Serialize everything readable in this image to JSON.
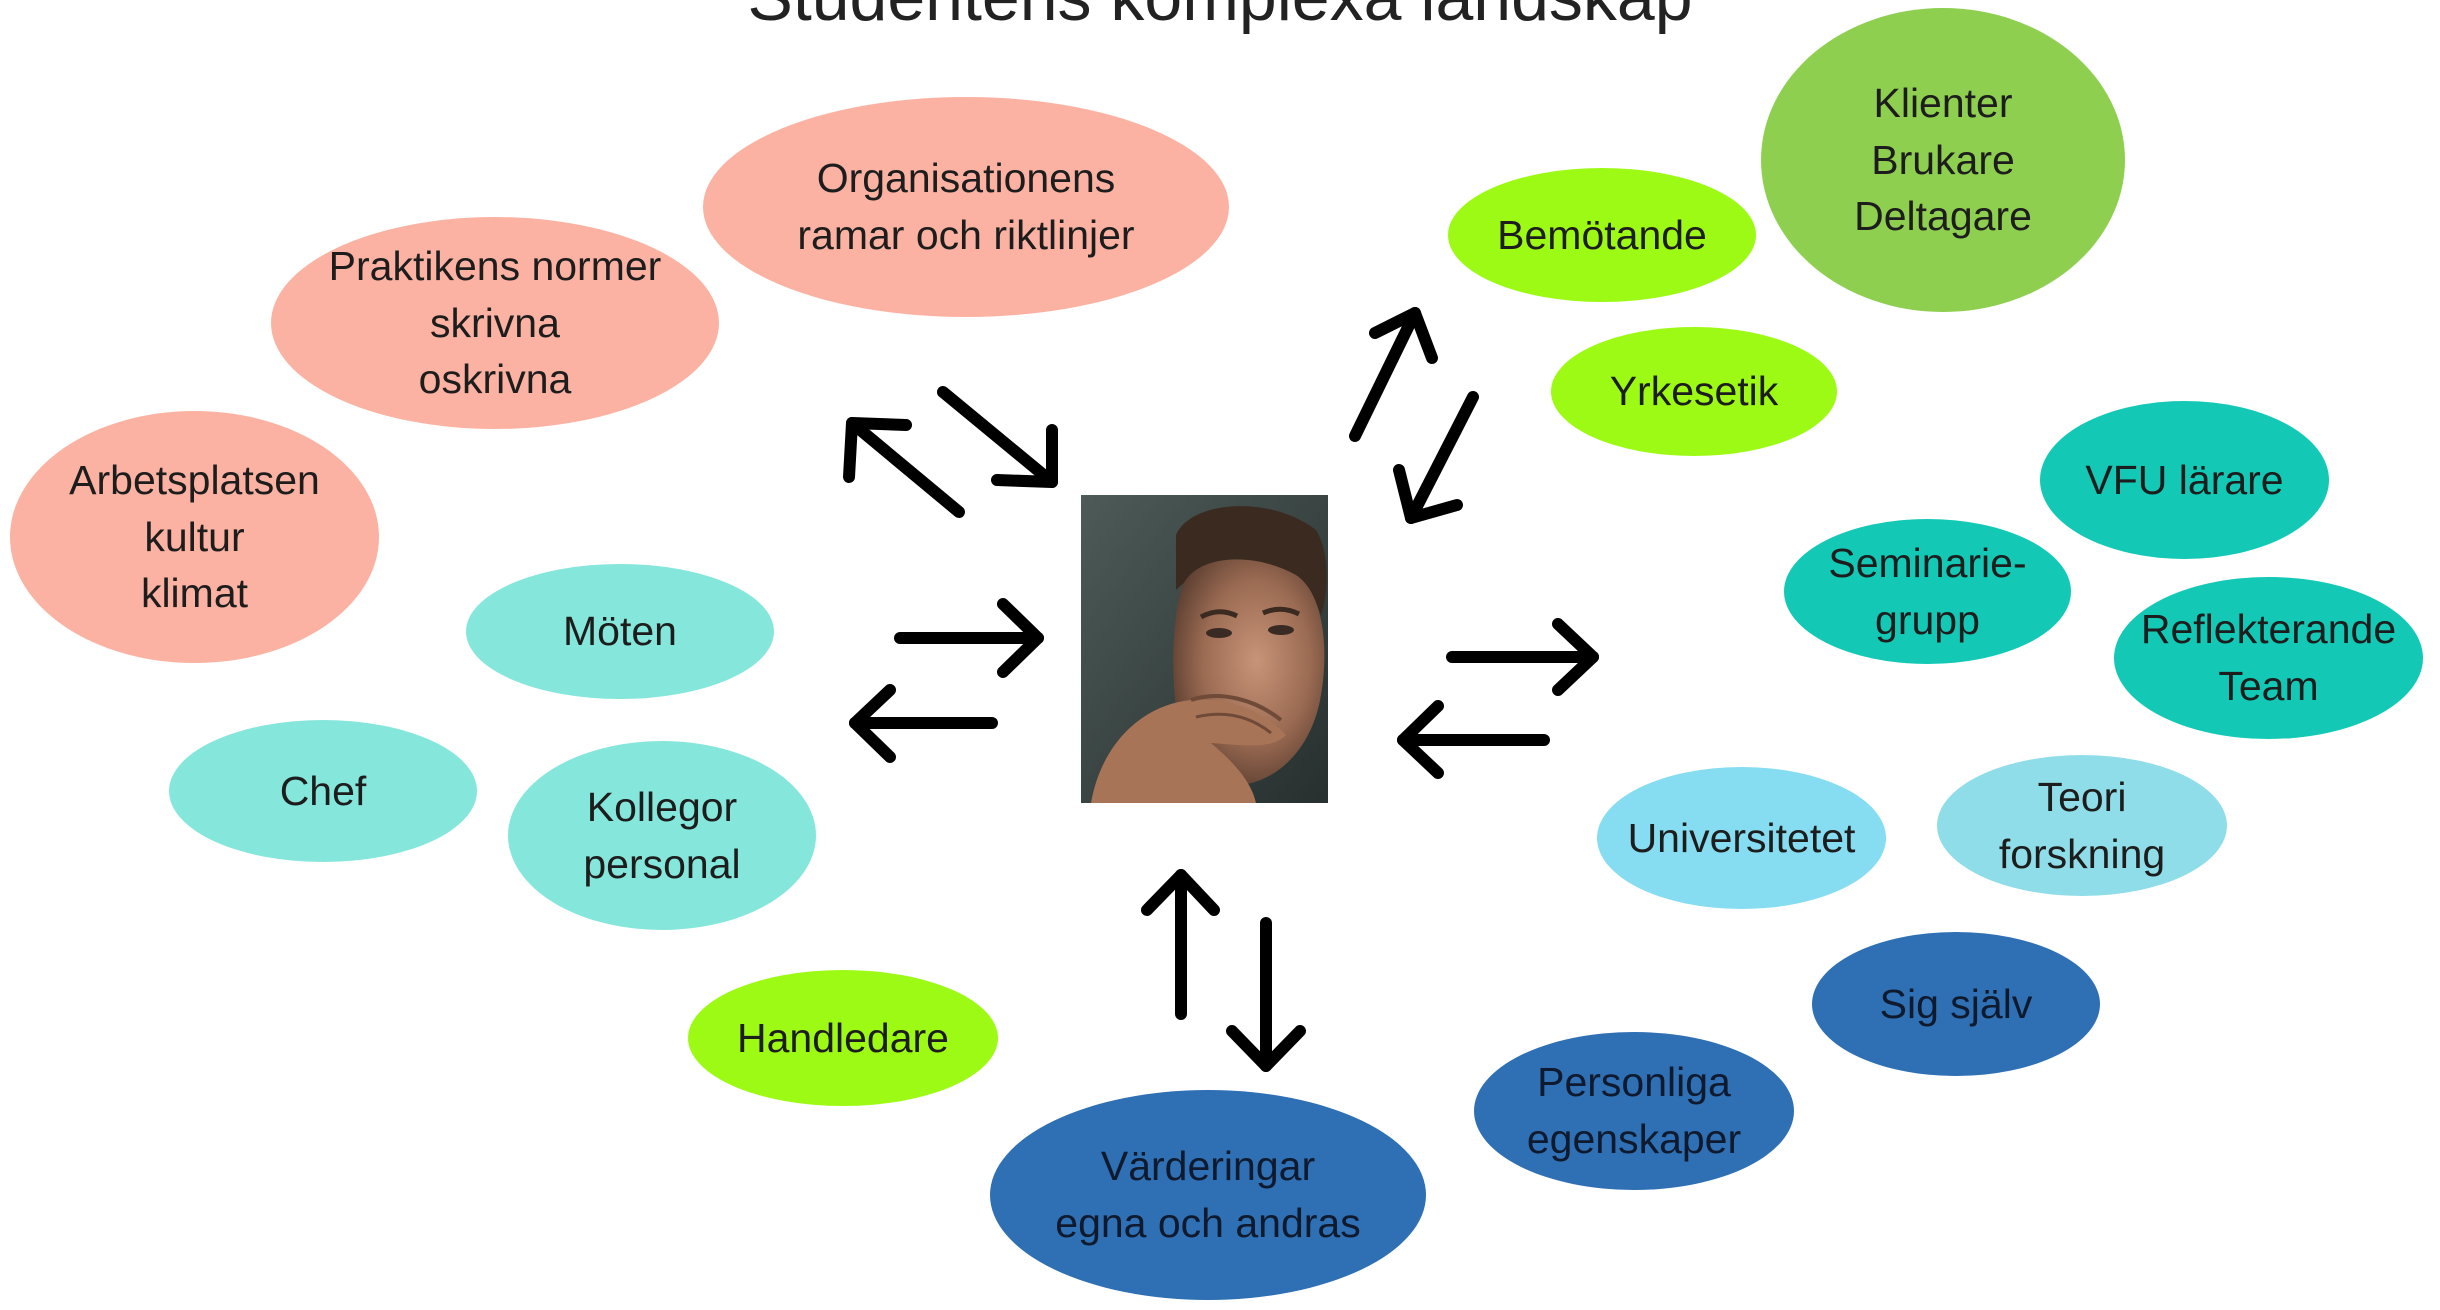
{
  "title": "Studentens komplexa landskap",
  "colors": {
    "salmon": "#fbb2a2",
    "teal_light": "#85e6db",
    "lime": "#9dfa14",
    "green": "#8ecf50",
    "teal": "#13c9b6",
    "sky": "#86ddf1",
    "blue": "#2f6fb3",
    "arrow": "#000000"
  },
  "center": {
    "image": "student-portrait"
  },
  "bubbles": {
    "organisationen": "Organisationens\nramar och riktlinjer",
    "praktiken": "Praktikens normer\nskrivna\noskrivna",
    "arbetsplatsen": "Arbetsplatsen\nkultur\nklimat",
    "moten": "Möten",
    "chef": "Chef",
    "kollegor": "Kollegor\npersonal",
    "handledare": "Handledare",
    "vardering": "Värderingar\negna och andras",
    "personliga": "Personliga\negenskaper",
    "sigsjalv": "Sig själv",
    "universitetet": "Universitetet",
    "teori": "Teori\nforskning",
    "seminarie": "Seminarie-\ngrupp",
    "vfu": "VFU lärare",
    "reflekterande": "Reflekterande\nTeam",
    "yrkesetik": "Yrkesetik",
    "bemotande": "Bemötande",
    "klienter": "Klienter\nBrukare\nDeltagare"
  }
}
